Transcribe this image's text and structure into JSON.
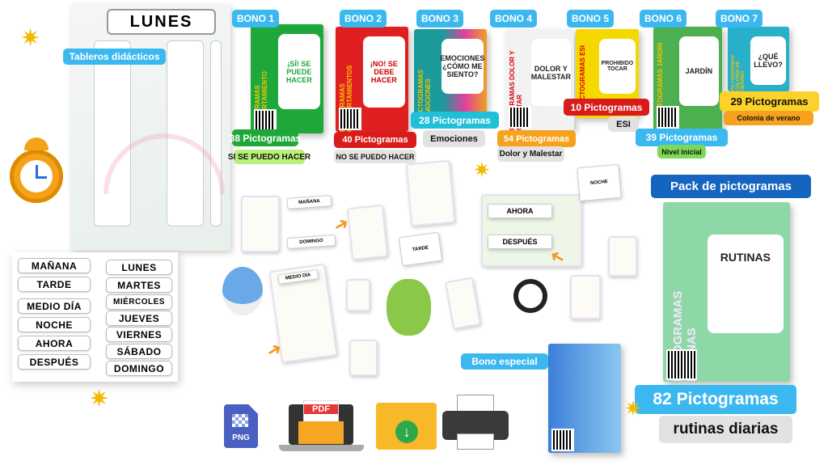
{
  "board": {
    "title": "LUNES",
    "label": "Tableros didácticos"
  },
  "bonos": [
    {
      "badge": "BONO 1",
      "count": "38 Pictogramas",
      "subtitle": "SI  SE PUEDO HACER",
      "box_side": "PICTOGRAMAS COMPORTAMIENTO",
      "box_face": "¡SÍ! SE PUEDE HACER",
      "color": "#1fa83a"
    },
    {
      "badge": "BONO 2",
      "count": "40 Pictogramas",
      "subtitle": "NO SE PUEDO HACER",
      "box_side": "PICTOGRAMAS COMPORTAMIENTOS",
      "box_face": "¡NO! SE DEBE HACER",
      "color": "#e02020"
    },
    {
      "badge": "BONO 3",
      "count": "28 Pictogramas",
      "subtitle": "Emociones",
      "box_side": "PICTOGRAMAS EMOCIONES",
      "box_face": "EMOCIONES ¿CÓMO ME SIENTO?",
      "color": "#1a9a9a"
    },
    {
      "badge": "BONO 4",
      "count": "54 Pictogramas",
      "subtitle": "Dolor y Malestar",
      "box_side": "PICTOGRAMAS DOLOR Y MALESTAR",
      "box_face": "DOLOR Y MALESTAR",
      "color": "#f0f0f0"
    },
    {
      "badge": "BONO 5",
      "count": "10 Pictogramas",
      "subtitle": "ESI",
      "box_side": "PICTOGRAMAS ESI",
      "box_face": "PROHIBIDO TOCAR",
      "color": "#f5d800"
    },
    {
      "badge": "BONO 6",
      "count": "39 Pictogramas",
      "subtitle": "Nivel inicial",
      "box_side": "PICTOGRAMAS JARDÍN",
      "box_face": "JARDÍN",
      "color": "#4caf50"
    },
    {
      "badge": "BONO 7",
      "count": "29 Pictogramas",
      "subtitle": "Colonia de verano",
      "box_side": "PICTOGRAMAS COLONIA DE VERANO",
      "box_face": "¿QUÉ LLEVO?",
      "color": "#27b0c8"
    }
  ],
  "pack": {
    "label": "Pack de pictogramas",
    "box_side": "PICTOGRAMAS RUTINAS",
    "box_face": "RUTINAS",
    "count": "82 Pictogramas",
    "subtitle": "rutinas diarias"
  },
  "special": {
    "label": "Bono especial"
  },
  "time_cards": [
    "MAÑANA",
    "TARDE",
    "MEDIO DÍA",
    "NOCHE",
    "AHORA",
    "DESPUÉS"
  ],
  "day_cards": [
    "LUNES",
    "MARTES",
    "MIÉRCOLES",
    "JUEVES",
    "VIERNES",
    "SÁBADO",
    "DOMINGO"
  ],
  "collage": {
    "manana": "MAÑANA",
    "domingo": "DOMINGO",
    "ahora": "AHORA",
    "despues": "DESPUÉS",
    "medio_dia": "MEDIO DÍA",
    "tarde": "TARDE",
    "noche": "NOCHE"
  },
  "formats": {
    "png": "PNG",
    "pdf": "PDF"
  }
}
